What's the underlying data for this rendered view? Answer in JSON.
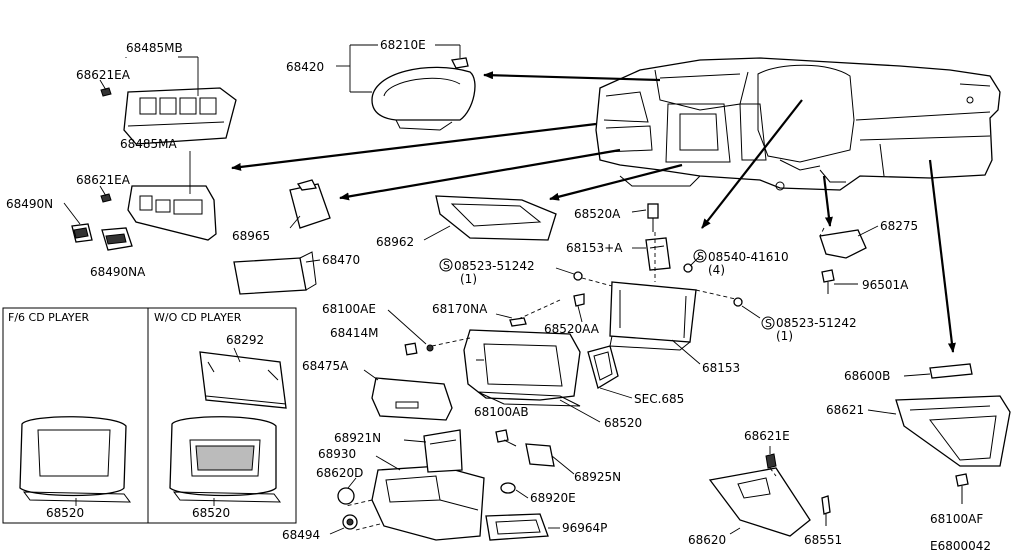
{
  "diagram_code": "E6800042",
  "inset": {
    "f6_title": "F/6 CD PLAYER",
    "wo_title": "W/O CD PLAYER"
  },
  "labels": {
    "p68485MB": "68485MB",
    "p68621EA_top": "68621EA",
    "p68485MA": "68485MA",
    "p68621EA_mid": "68621EA",
    "p68490N": "68490N",
    "p68490NA": "68490NA",
    "p68420": "68420",
    "p68210E": "68210E",
    "p68965": "68965",
    "p68962": "68962",
    "p68470": "68470",
    "p68520A": "68520A",
    "p68153A": "68153+A",
    "s08540": "08540-41610",
    "s08540_qty": "(4)",
    "s08523_a": "08523-51242",
    "s08523_a_qty": "(1)",
    "s08523_b": "08523-51242",
    "s08523_b_qty": "(1)",
    "p68275": "68275",
    "p96501A": "96501A",
    "p68100AE": "68100AE",
    "p68170NA": "68170NA",
    "p68414M": "68414M",
    "p68520AA": "68520AA",
    "p68153": "68153",
    "p68475A": "68475A",
    "sec685": "SEC.685",
    "p68520_center": "68520",
    "p68100AB": "68100AB",
    "p68921N": "68921N",
    "p68930": "68930",
    "p68620D": "68620D",
    "p68925N": "68925N",
    "p68920E": "68920E",
    "p68494": "68494",
    "p96964P": "96964P",
    "p68600B": "68600B",
    "p68621": "68621",
    "p68621E": "68621E",
    "p68620": "68620",
    "p68551": "68551",
    "p68100AF": "68100AF",
    "p68292": "68292",
    "p68520_f6": "68520",
    "p68520_wo": "68520"
  }
}
